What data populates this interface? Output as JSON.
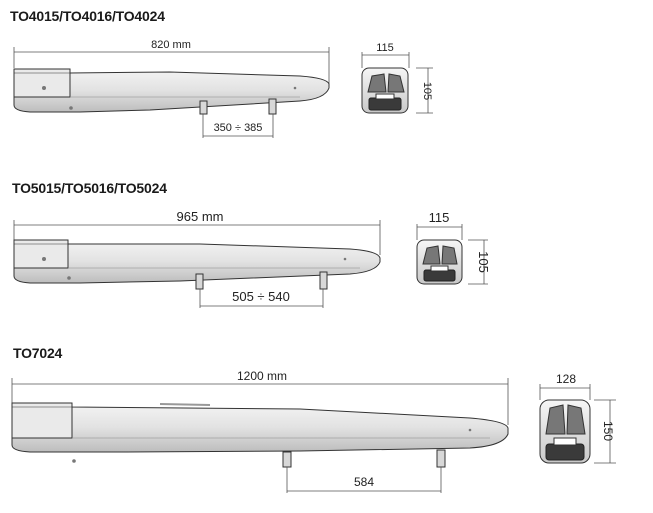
{
  "models": [
    {
      "title": "TO4015/TO4016/TO4024",
      "length": "820 mm",
      "width": "115",
      "height": "105",
      "bracket": "350 ÷ 385"
    },
    {
      "title": "TO5015/TO5016/TO5024",
      "length": "965 mm",
      "width": "115",
      "height": "105",
      "bracket": "505 ÷ 540"
    },
    {
      "title": "TO7024",
      "length": "1200 mm",
      "width": "128",
      "height": "150",
      "bracket": "584"
    }
  ]
}
